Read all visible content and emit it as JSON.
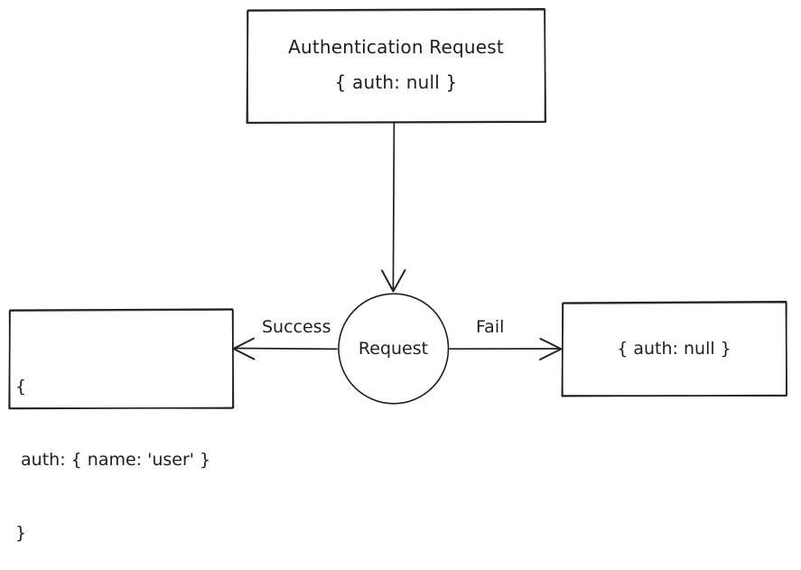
{
  "diagram": {
    "type": "flow-diagram",
    "style": "hand-drawn",
    "background_color": "#ffffff",
    "stroke_color": "#1e1e1e",
    "nodes": {
      "top_box": {
        "shape": "rectangle",
        "title": "Authentication Request",
        "payload": "{ auth: null }"
      },
      "center_node": {
        "shape": "ellipse",
        "label": "Request"
      },
      "left_box": {
        "shape": "rectangle",
        "line1": "{",
        "line2": " auth: { name: 'user' }",
        "line3": "}"
      },
      "right_box": {
        "shape": "rectangle",
        "payload": "{ auth: null }"
      }
    },
    "edges": {
      "request_entry": {
        "label": "",
        "direction": "down",
        "from": "top_box",
        "to": "center_node"
      },
      "success_edge": {
        "label": "Success",
        "direction": "left",
        "from": "center_node",
        "to": "left_box"
      },
      "fail_edge": {
        "label": "Fail",
        "direction": "right",
        "from": "center_node",
        "to": "right_box"
      }
    }
  }
}
